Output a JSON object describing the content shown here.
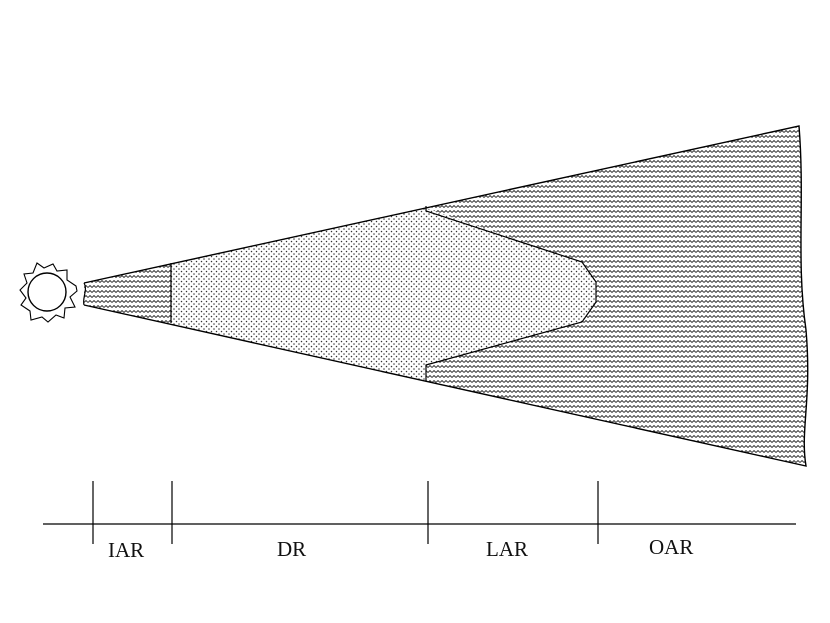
{
  "diagram": {
    "regions": [
      {
        "id": "iar",
        "label": "IAR"
      },
      {
        "id": "dr",
        "label": "DR"
      },
      {
        "id": "lar",
        "label": "LAR"
      },
      {
        "id": "oar",
        "label": "OAR"
      }
    ],
    "icons": {
      "source": "sun-icon"
    },
    "colors": {
      "line": "#000000",
      "background": "#ffffff",
      "fill_texture": "#333333"
    }
  }
}
